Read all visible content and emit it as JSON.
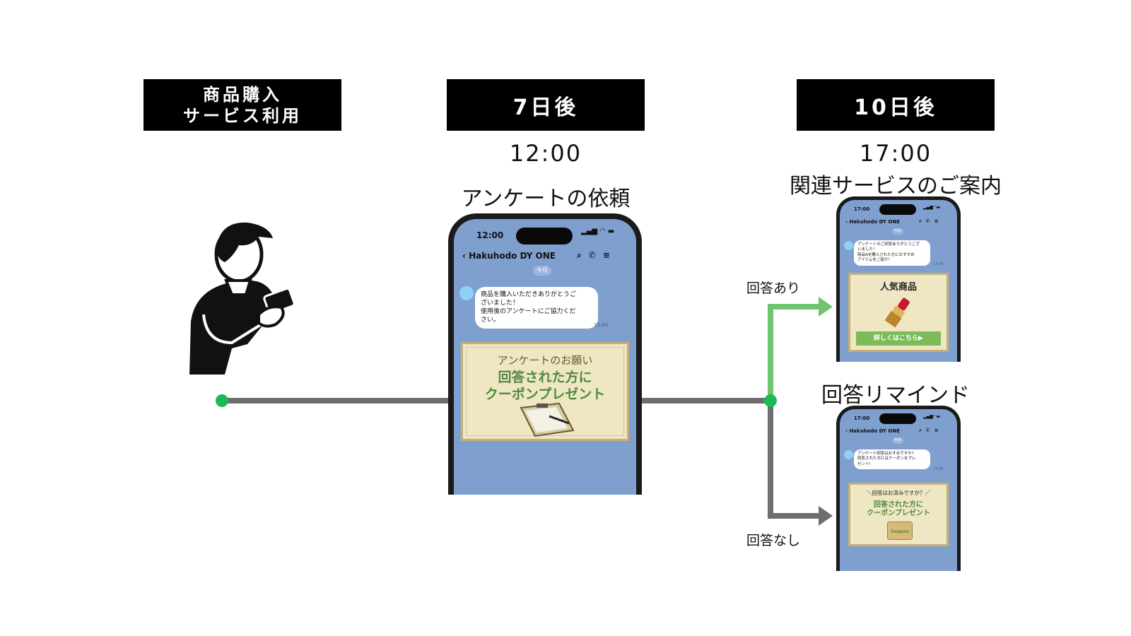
{
  "stages": [
    {
      "line1": "商品購入",
      "line2": "サービス利用"
    },
    {
      "label": "7日後"
    },
    {
      "label": "10日後"
    }
  ],
  "step7": {
    "time": "12:00",
    "title": "アンケートの依頼"
  },
  "step10": {
    "time": "17:00",
    "title": "関連サービスのご案内"
  },
  "branch": {
    "yes": "回答あり",
    "no": "回答なし",
    "remind_title": "回答リマインド"
  },
  "phone_main": {
    "status_time": "12:00",
    "header": "Hakuhodo DY ONE",
    "today": "今日",
    "bubble": [
      "商品を購入いただきありがとうご",
      "ざいました！",
      "使用後のアンケートにご協力くだ",
      "さい。"
    ],
    "timestamp": "12:00",
    "card": {
      "line1": "アンケートのお願い",
      "line2": "回答された方に",
      "line3": "クーポンプレゼント"
    }
  },
  "phone_yes": {
    "status_time": "17:00",
    "header": "Hakuhodo DY ONE",
    "today": "今日",
    "bubble": [
      "アンケートのご回答ありがとうござ",
      "いました！",
      "商品Aを購入された方におすすめ",
      "アイテムをご紹介！"
    ],
    "timestamp": "17:00",
    "card": {
      "title": "人気商品",
      "cta": "詳しくはこちら▶"
    }
  },
  "phone_no": {
    "status_time": "17:00",
    "header": "Hakuhodo DY ONE",
    "today": "今日",
    "bubble": [
      "アンケート回答はおすみですか?",
      "回答された方にはクーポンをプレ",
      "ゼント!"
    ],
    "timestamp": "17:00",
    "card": {
      "line1": "＼回答はお済みですか？／",
      "line2": "回答された方に",
      "line3": "クーポンプレゼント",
      "coupon": "Coupon"
    }
  },
  "colors": {
    "line": "#6e6e6e",
    "dot": "#1db954",
    "branch_yes": "#6fc46f",
    "branch_no": "#6e6e6e",
    "screen": "#7f9fcf"
  }
}
